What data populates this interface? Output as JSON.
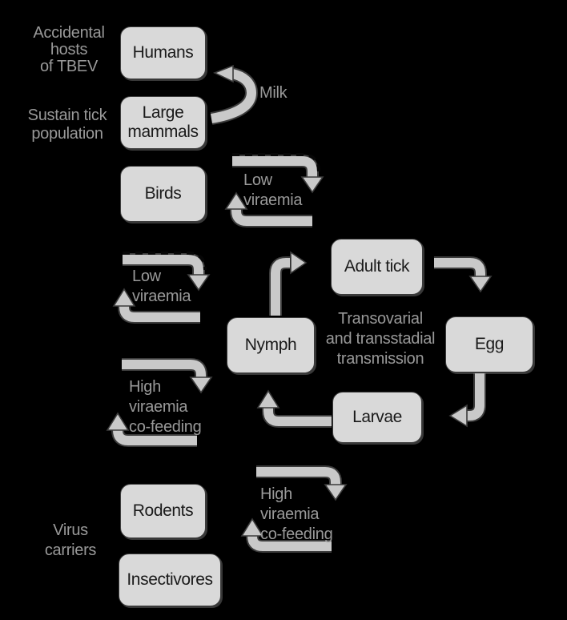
{
  "colors": {
    "background": "#000000",
    "box_fill": "#d9d9d9",
    "box_border": "#3c3c3c",
    "box_text": "#1a1a1a",
    "label_text": "#999999",
    "arrow_fill": "#c9c9c9",
    "arrow_outline": "#3c3c3c"
  },
  "boxes": {
    "humans": "Humans",
    "large_mammals": "Large\nmammals",
    "birds": "Birds",
    "adult_tick": "Adult tick",
    "egg": "Egg",
    "nymph": "Nymph",
    "larvae": "Larvae",
    "rodents": "Rodents",
    "insectivores": "Insectivores"
  },
  "labels": {
    "accidental_hosts": "Accidental\nhosts\nof TBEV",
    "sustain_tick": "Sustain tick\npopulation",
    "milk": "Milk",
    "low_viraemia_birds": "Low\nviraemia",
    "low_viraemia_left": "Low\nviraemia",
    "transmission": "Transovarial\nand transstadial\ntransmission",
    "high_viraemia_mid": "High\nviraemia\nco-feeding",
    "virus_carriers": "Virus\ncarriers",
    "high_viraemia_bottom": "High\nviraemia\nco-feeding"
  },
  "arrows": [
    {
      "name": "milk-arrow",
      "from": "Large mammals",
      "to": "Humans",
      "style": "solid",
      "label": "Milk"
    },
    {
      "name": "birds-out-arrow",
      "from": "Birds",
      "to": "tick cycle",
      "style": "dashed-top",
      "label": "Low viraemia"
    },
    {
      "name": "birds-in-arrow",
      "from": "tick cycle",
      "to": "Birds",
      "style": "solid",
      "label": "Low viraemia"
    },
    {
      "name": "low-viraemia-out-arrow",
      "from": "host",
      "to": "tick cycle",
      "style": "dashed-top",
      "label": "Low viraemia"
    },
    {
      "name": "low-viraemia-in-arrow",
      "from": "tick cycle",
      "to": "host",
      "style": "solid",
      "label": "Low viraemia"
    },
    {
      "name": "nymph-to-adult-arrow",
      "from": "Nymph",
      "to": "Adult tick",
      "style": "solid",
      "label": ""
    },
    {
      "name": "adult-to-egg-arrow",
      "from": "Adult tick",
      "to": "Egg",
      "style": "solid",
      "label": "Transovarial and transstadial transmission"
    },
    {
      "name": "egg-to-larvae-arrow",
      "from": "Egg",
      "to": "Larvae",
      "style": "solid",
      "label": "Transovarial and transstadial transmission"
    },
    {
      "name": "larvae-to-nymph-arrow",
      "from": "Larvae",
      "to": "Nymph",
      "style": "solid",
      "label": ""
    },
    {
      "name": "high-viraemia-mid-out-arrow",
      "from": "tick cycle",
      "to": "host",
      "style": "solid",
      "label": "High viraemia co-feeding"
    },
    {
      "name": "high-viraemia-mid-in-arrow",
      "from": "host",
      "to": "tick cycle",
      "style": "solid",
      "label": "High viraemia co-feeding"
    },
    {
      "name": "rodents-out-arrow",
      "from": "Rodents / Insectivores",
      "to": "tick cycle",
      "style": "solid",
      "label": "High viraemia co-feeding"
    },
    {
      "name": "rodents-in-arrow",
      "from": "tick cycle",
      "to": "Rodents / Insectivores",
      "style": "solid",
      "label": "High viraemia co-feeding"
    }
  ]
}
